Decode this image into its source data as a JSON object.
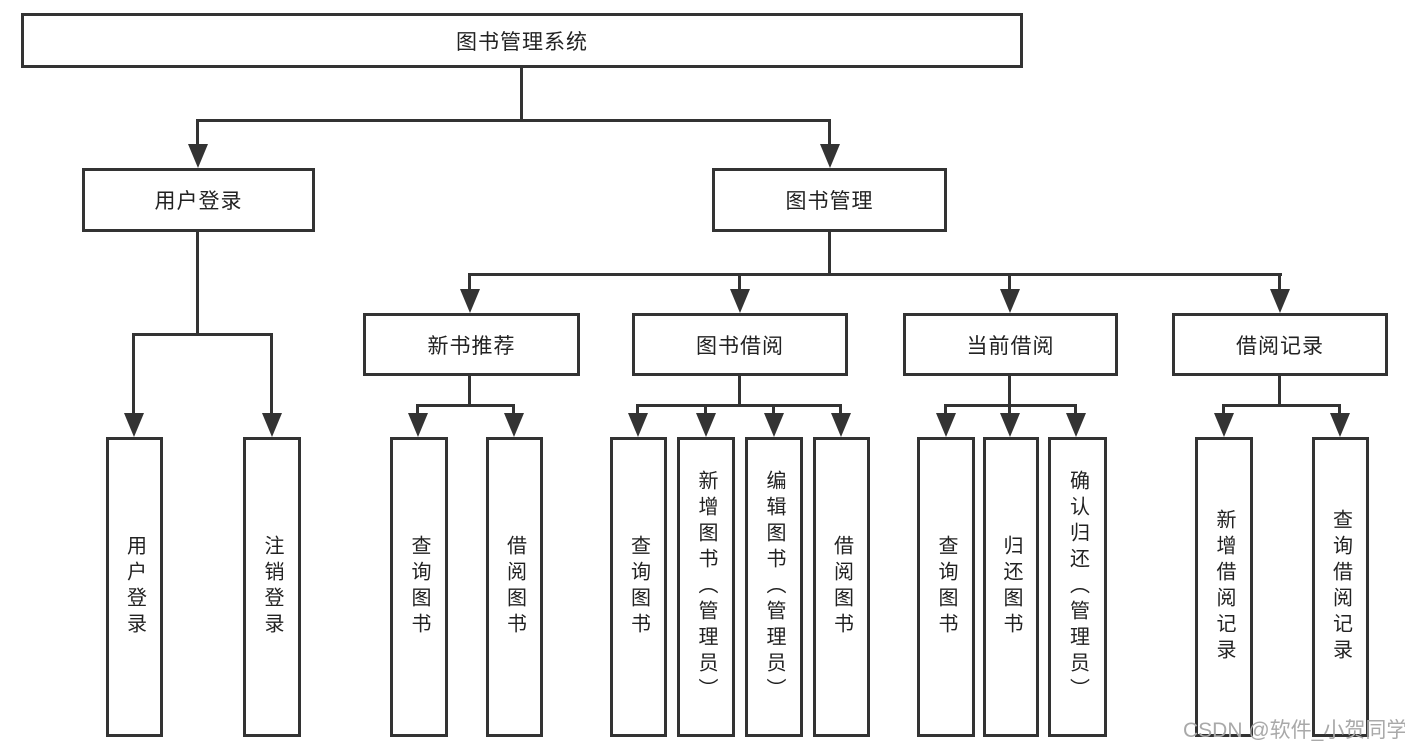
{
  "root": "图书管理系统",
  "branches": {
    "user": {
      "label": "用户登录",
      "children": [
        "用户登录",
        "注销登录"
      ]
    },
    "mgmt": {
      "label": "图书管理"
    }
  },
  "groups": [
    {
      "label": "新书推荐",
      "children": [
        "查询图书",
        "借阅图书"
      ]
    },
    {
      "label": "图书借阅",
      "children": [
        "查询图书",
        "新增图书（管理员）",
        "编辑图书（管理员）",
        "借阅图书"
      ]
    },
    {
      "label": "当前借阅",
      "children": [
        "查询图书",
        "归还图书",
        "确认归还（管理员）"
      ]
    },
    {
      "label": "借阅记录",
      "children": [
        "新增借阅记录",
        "查询借阅记录"
      ]
    }
  ],
  "watermark": "CSDN @软件_小贺同学",
  "colors": {
    "line": "#333333",
    "text": "#222222",
    "watermark": "#a9a9a9",
    "background": "#ffffff"
  }
}
